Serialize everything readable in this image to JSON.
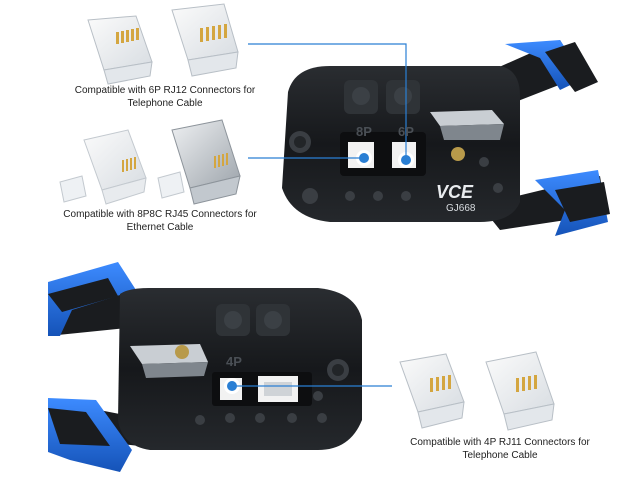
{
  "captions": {
    "rj12": {
      "line1": "Compatible with 6P RJ12 Connectors for",
      "line2": "Telephone Cable"
    },
    "rj45": {
      "line1": "Compatible with 8P8C RJ45 Connectors for",
      "line2": "Ethernet Cable"
    },
    "rj11": {
      "line1": "Compatible with 4P RJ11 Connectors for",
      "line2": "Telephone Cable"
    }
  },
  "tool": {
    "brand": "VCE",
    "model": "GJ668",
    "die_labels": {
      "p8": "8P",
      "p6": "6P",
      "p4": "4P"
    }
  },
  "colors": {
    "grip_blue": "#1e6fd9",
    "tool_black": "#1c1e21",
    "callout_blue": "#2a7fd4",
    "connector_gold": "#d4a640"
  }
}
